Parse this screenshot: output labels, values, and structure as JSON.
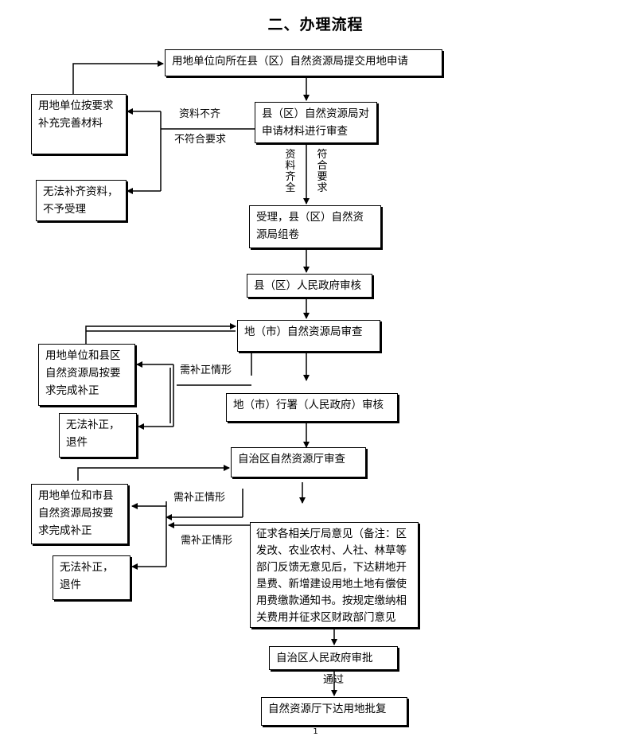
{
  "title": "二、办理流程",
  "boxes": {
    "submit": "用地单位向所在县（区）自然资源局提交用地申请",
    "supplement": "用地单位按要求补充完善材料",
    "cannot_supplement": "无法补齐资料，不予受理",
    "county_review": "县（区）自然资源局对申请材料进行审查",
    "accept": "受理，县（区）自然资源局组卷",
    "county_gov": "县（区）人民政府审核",
    "city_review": "地（市）自然资源局审查",
    "city_correct": "用地单位和县区自然资源局按要求完成补正",
    "city_cannot": "无法补正，退件",
    "prefecture": "地（市）行署（人民政府）审核",
    "region_review": "自治区自然资源厅审查",
    "region_correct": "用地单位和市县自然资源局按要求完成补正",
    "region_cannot": "无法补正，退件",
    "opinions": "征求各相关厅局意见（备注：区发改、农业农村、人社、林草等部门反馈无意见后，下达耕地开垦费、新增建设用地土地有偿使用费缴款通知书。按规定缴纳相关费用并征求区财政部门意见",
    "region_gov": "自治区人民政府审批",
    "final": "自然资源厅下达用地批复"
  },
  "labels": {
    "incomplete": "资料不齐",
    "noncompliant": "不符合要求",
    "complete": "资料齐全",
    "compliant": "符合要求",
    "need_correct_1": "需补正情形",
    "need_correct_2": "需补正情形",
    "need_correct_3": "需补正情形",
    "pass": "通过"
  },
  "page_number": "1"
}
